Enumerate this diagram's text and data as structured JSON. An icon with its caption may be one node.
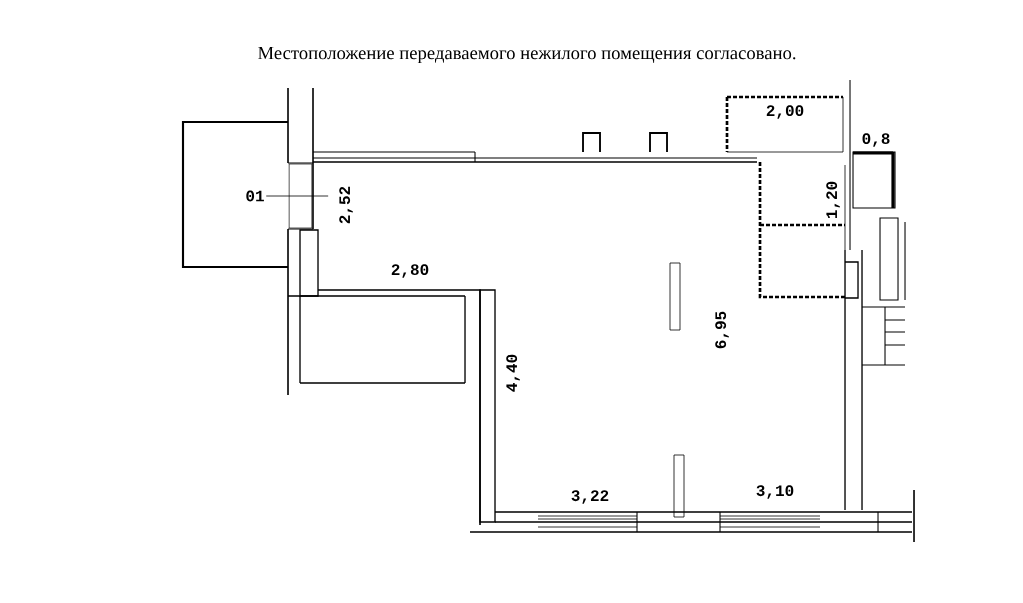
{
  "diagram": {
    "title": "Местоположение передаваемого нежилого помещения согласовано.",
    "nodes": [
      {
        "text": [
          "01"
        ]
      },
      {
        "text": [],
        "shape": "box"
      }
    ],
    "edges": [
      {
        "from": 0,
        "to": 1,
        "arrow": "none"
      }
    ],
    "labels": [
      "2,00",
      "0,8",
      "1,20",
      "2,52",
      "2,80",
      "6,95",
      "4,40",
      "3,22",
      "3,10"
    ]
  }
}
